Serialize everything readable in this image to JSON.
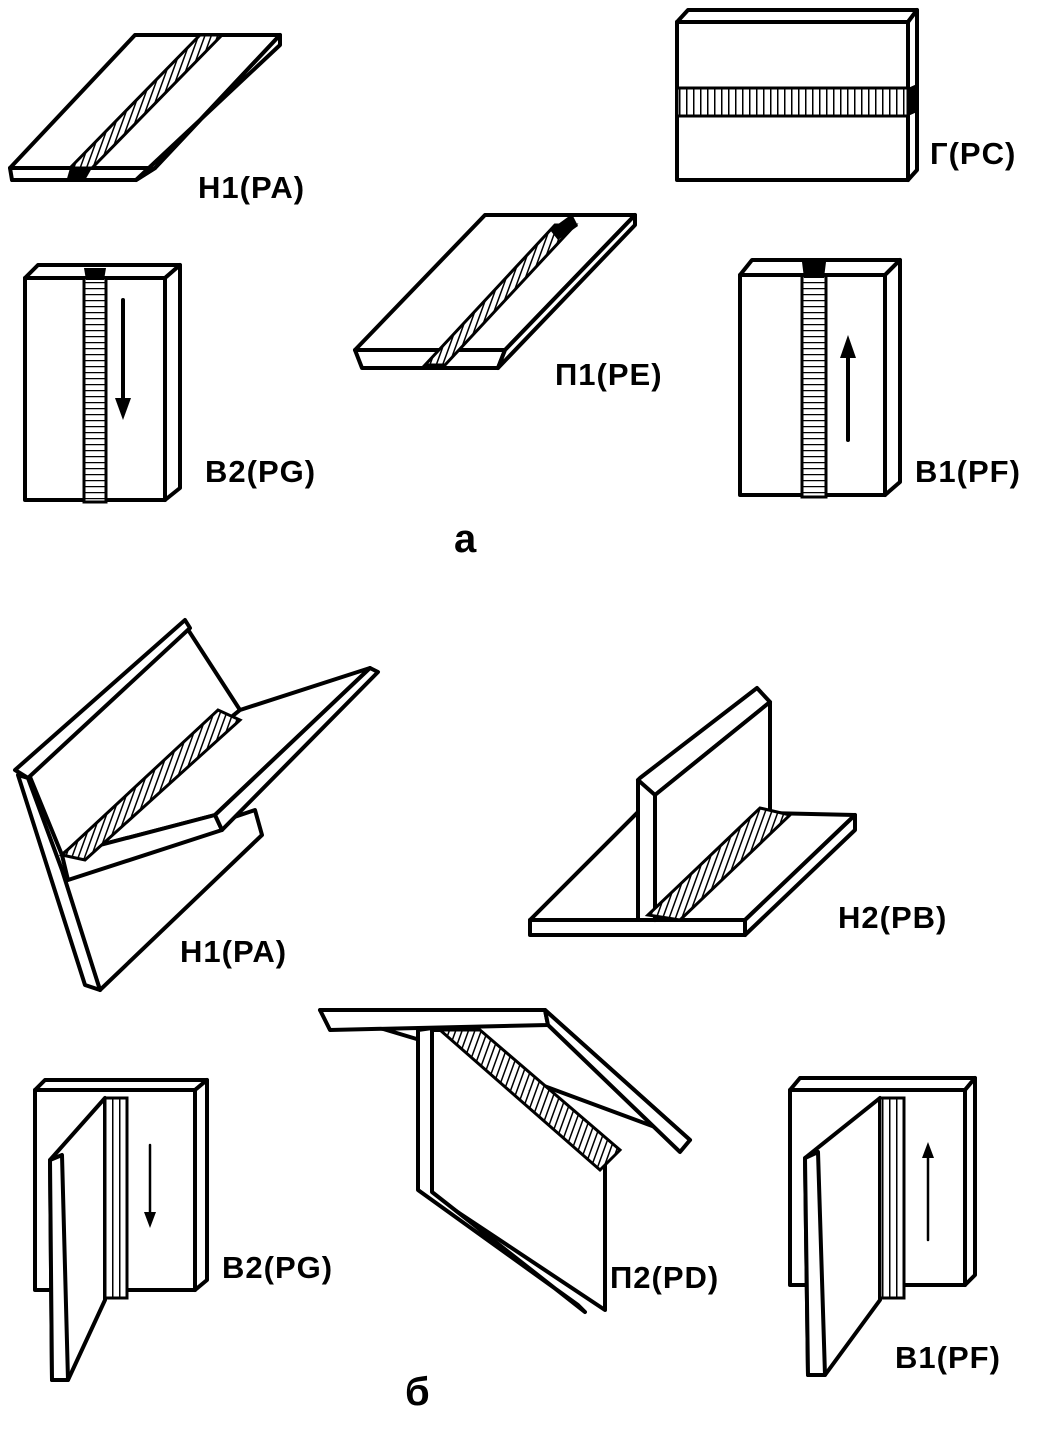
{
  "part_a": {
    "caption": "а",
    "fig_flat": "Н1(PA)",
    "fig_horizontal": "Г(PC)",
    "fig_overhead": "П1(PE)",
    "fig_vertical_down": "В2(PG)",
    "fig_vertical_up": "В1(PF)"
  },
  "part_b": {
    "caption": "б",
    "fig_flat": "Н1(PA)",
    "fig_horizontal_vertical": "Н2(PB)",
    "fig_vertical_down": "В2(PG)",
    "fig_overhead": "П2(PD)",
    "fig_vertical_up": "В1(PF)"
  },
  "colors": {
    "ink": "#000000",
    "paper": "#ffffff"
  }
}
